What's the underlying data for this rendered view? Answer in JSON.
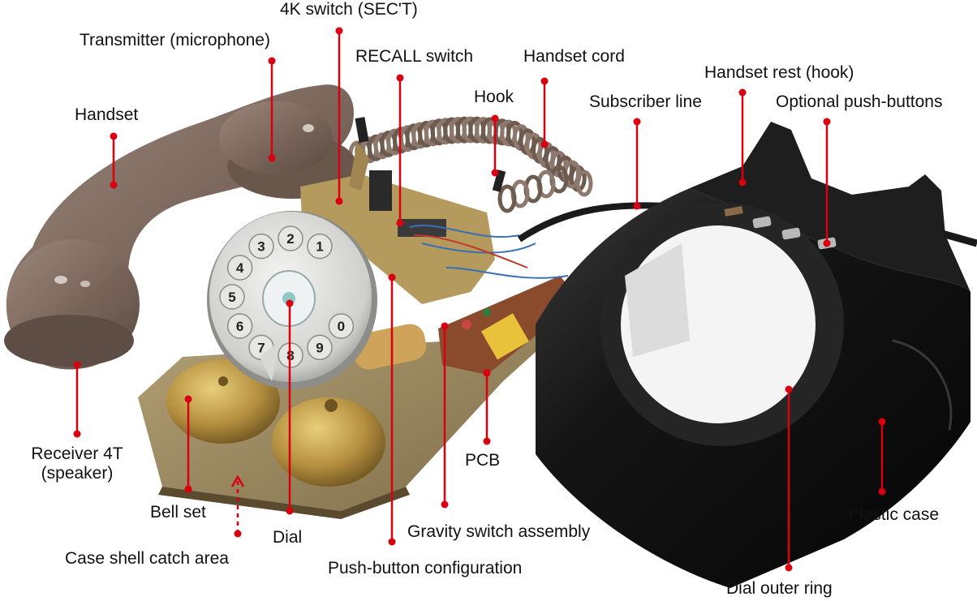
{
  "colors": {
    "leader": "#d9000f",
    "handset": "#7e6a5f",
    "case": "#121212",
    "brass": "#b89545",
    "pcb": "#8a4a2c"
  },
  "labels": {
    "transmitter": "Transmitter (microphone)",
    "switch_4k": "4K switch (SEC'T)",
    "recall": "RECALL switch",
    "handset_cord": "Handset cord",
    "handset": "Handset",
    "hook": "Hook",
    "subscriber_line": "Subscriber line",
    "handset_rest": "Handset rest (hook)",
    "optional_push": "Optional push-buttons",
    "receiver_line1": "Receiver 4T",
    "receiver_line2": "(speaker)",
    "pcb": "PCB",
    "bell_set": "Bell set",
    "dial": "Dial",
    "case_catch": "Case shell catch area",
    "gravity_switch": "Gravity switch assembly",
    "push_config": "Push-button configuration",
    "plastic_case": "Plastic case",
    "dial_outer_ring": "Dial outer ring"
  },
  "dial_digits": [
    "1",
    "2",
    "3",
    "4",
    "5",
    "6",
    "7",
    "8",
    "9",
    "0"
  ]
}
